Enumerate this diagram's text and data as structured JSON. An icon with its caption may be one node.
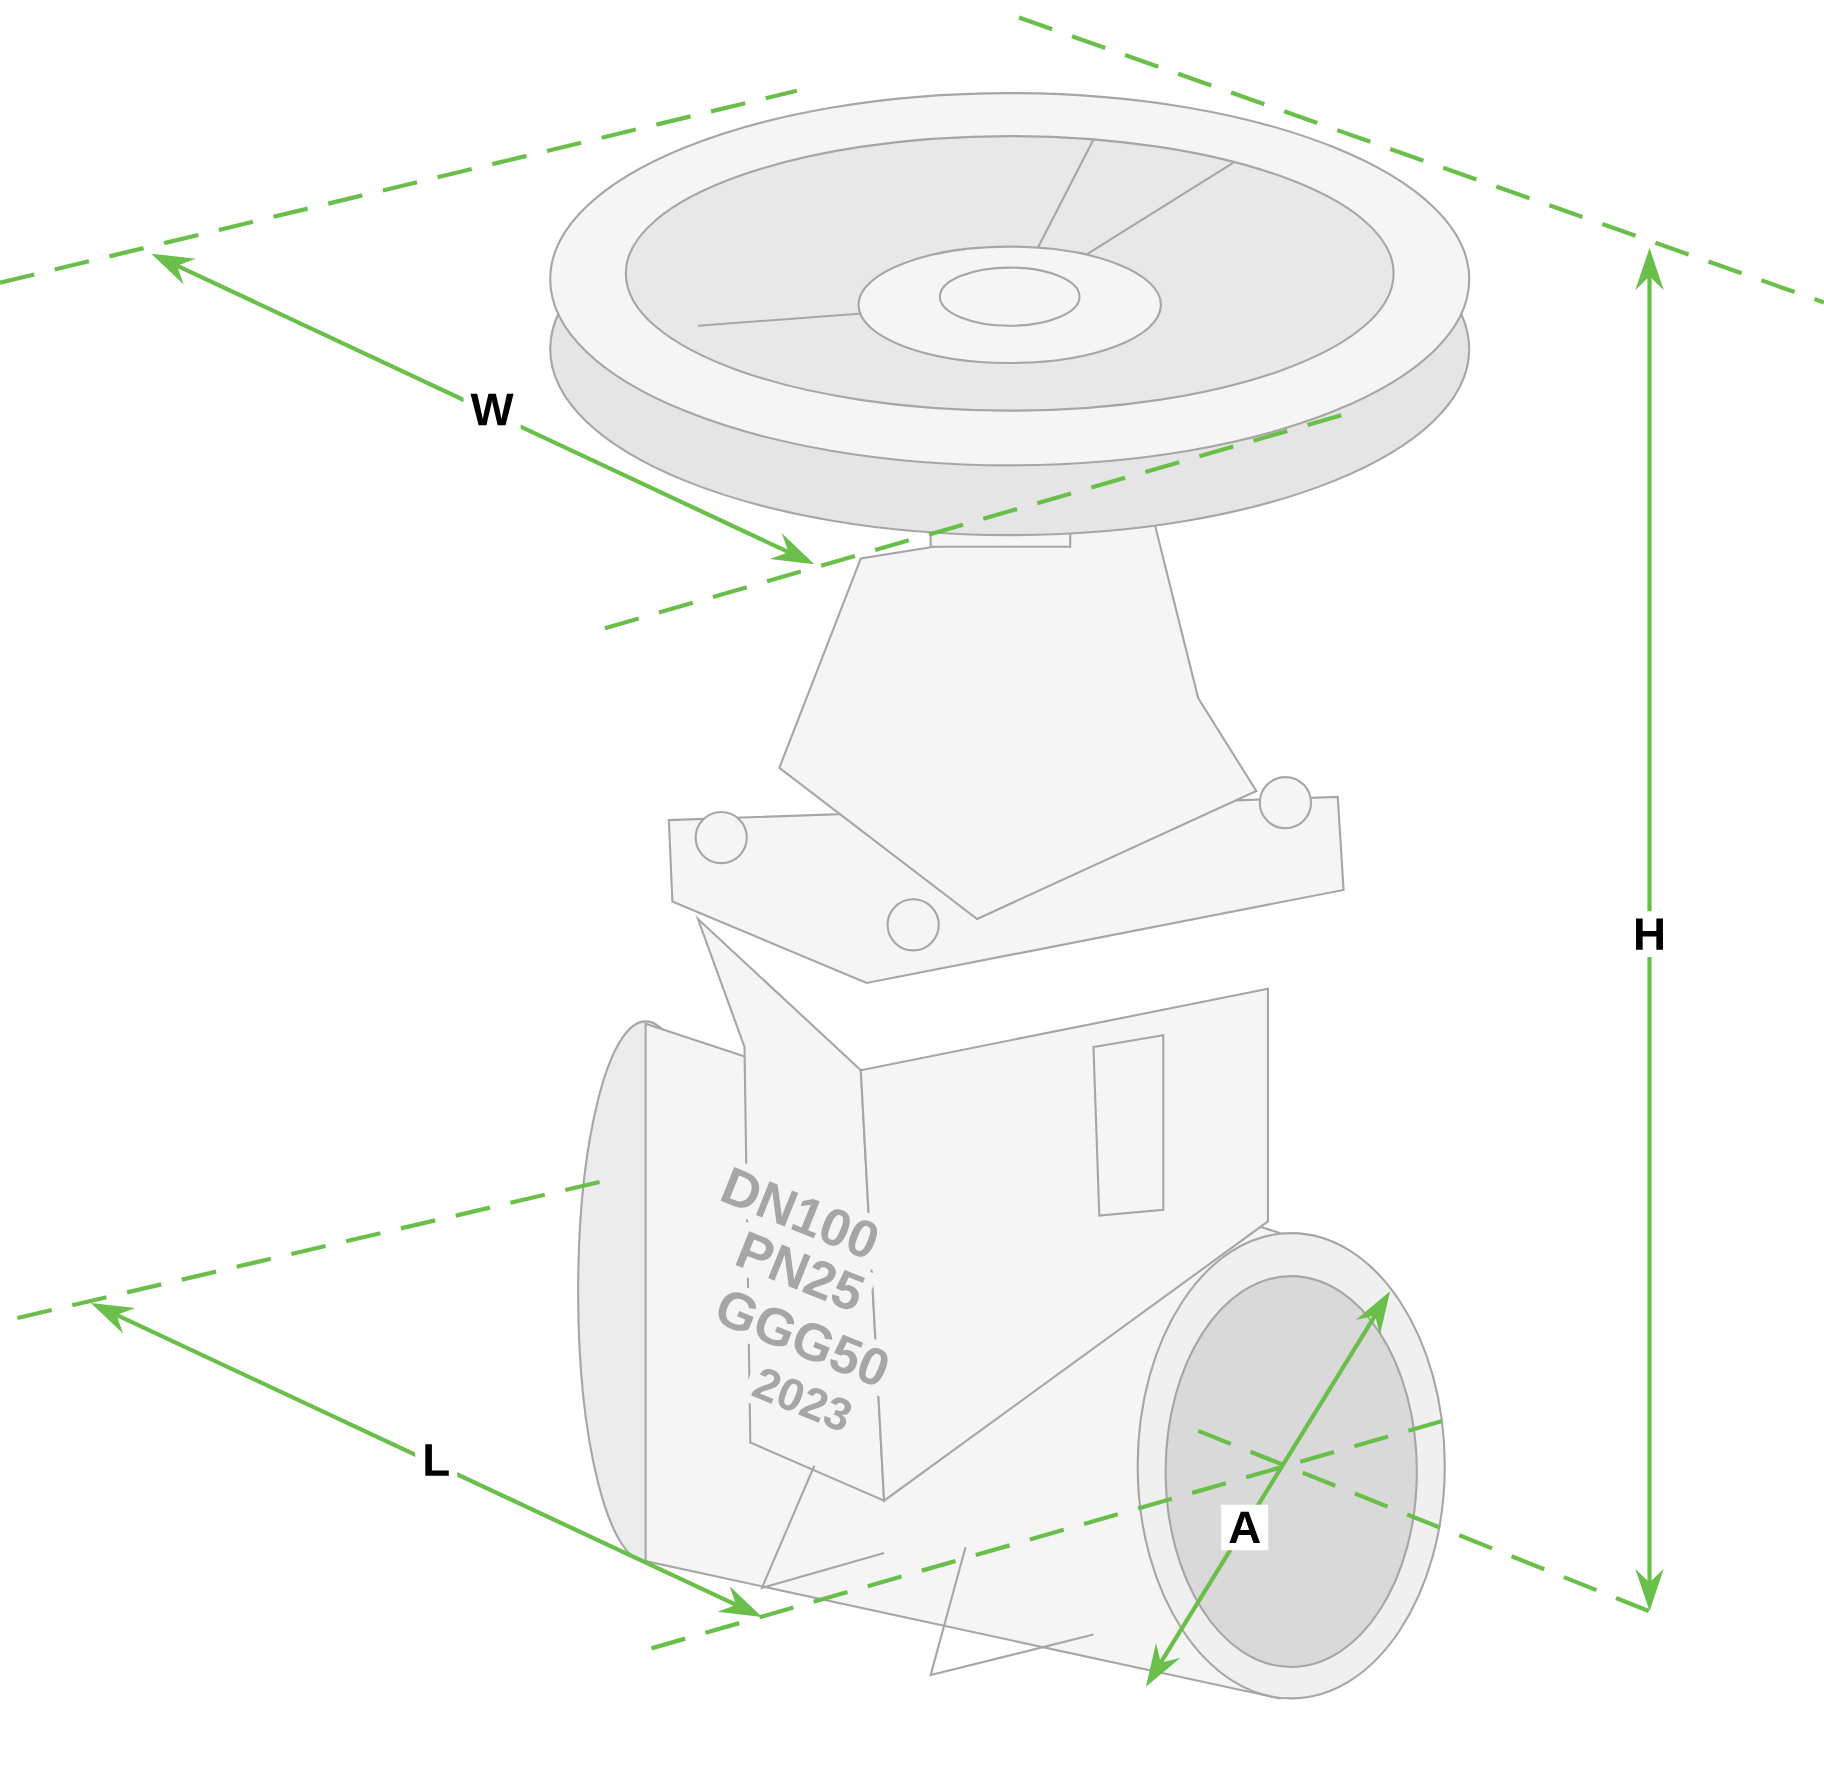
{
  "diagram": {
    "labels": [
      "W",
      "H",
      "DN100",
      "PN25",
      "GGG50",
      "2023",
      "L",
      "A"
    ]
  }
}
